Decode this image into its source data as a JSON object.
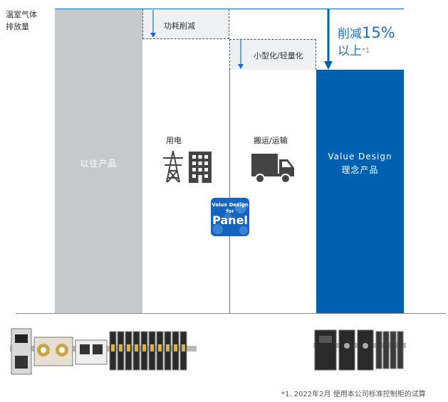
{
  "yaxis": {
    "line1": "温室气体",
    "line2": "排放量"
  },
  "bars": {
    "old": {
      "label": "以往产品"
    },
    "new": {
      "line1": "Value Design",
      "line2": "理念产品"
    }
  },
  "steps": {
    "power": {
      "label": "功耗削减",
      "category": "用电"
    },
    "size": {
      "label": "小型化/轻量化",
      "category": "搬运/运输"
    }
  },
  "reduction": {
    "prefix": "削减",
    "value": "15%",
    "suffix": "以上",
    "note_mark": "*1"
  },
  "badge": {
    "line1": "Value Design",
    "line2": "for",
    "line3": "Panel"
  },
  "footnote": "*1. 2022年2月 使用本公司标准控制柜的试算",
  "colors": {
    "old_bar": "#c8c9ca",
    "new_bar": "#0060b0",
    "accent": "#1a6fc0",
    "step_bg": "#eef0f1"
  }
}
